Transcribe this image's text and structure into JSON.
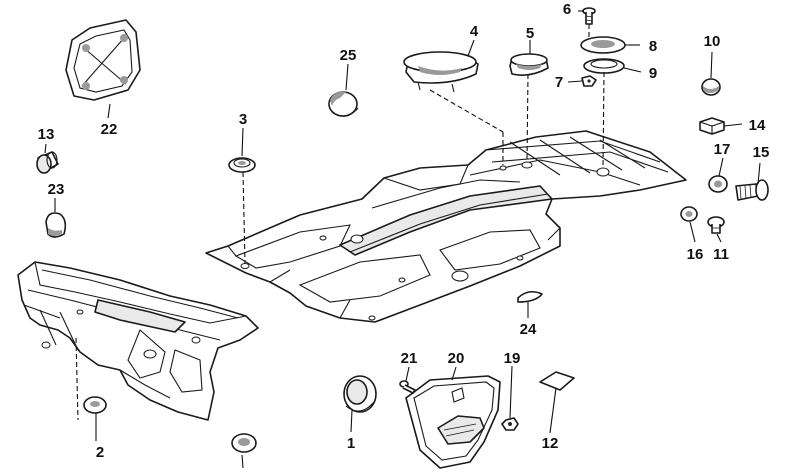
{
  "diagram": {
    "callouts": [
      {
        "id": "c1",
        "label": "1"
      },
      {
        "id": "c2",
        "label": "2"
      },
      {
        "id": "c3",
        "label": "3"
      },
      {
        "id": "c4",
        "label": "4"
      },
      {
        "id": "c5",
        "label": "5"
      },
      {
        "id": "c6",
        "label": "6"
      },
      {
        "id": "c7",
        "label": "7"
      },
      {
        "id": "c8",
        "label": "8"
      },
      {
        "id": "c9",
        "label": "9"
      },
      {
        "id": "c10",
        "label": "10"
      },
      {
        "id": "c11",
        "label": "11"
      },
      {
        "id": "c12",
        "label": "12"
      },
      {
        "id": "c13",
        "label": "13"
      },
      {
        "id": "c14",
        "label": "14"
      },
      {
        "id": "c15",
        "label": "15"
      },
      {
        "id": "c16",
        "label": "16"
      },
      {
        "id": "c17",
        "label": "17"
      },
      {
        "id": "c19",
        "label": "19"
      },
      {
        "id": "c20",
        "label": "20"
      },
      {
        "id": "c21",
        "label": "21"
      },
      {
        "id": "c22",
        "label": "22"
      },
      {
        "id": "c23",
        "label": "23"
      },
      {
        "id": "c24",
        "label": "24"
      },
      {
        "id": "c25",
        "label": "25"
      }
    ]
  }
}
